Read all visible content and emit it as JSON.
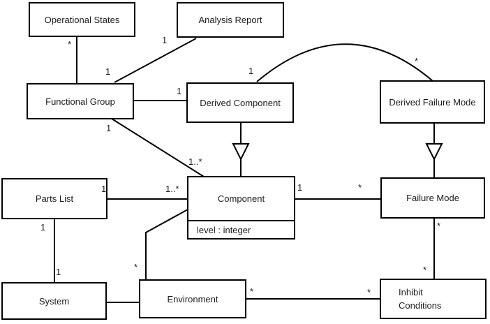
{
  "diagram_type": "uml-class-diagram",
  "nodes": {
    "operational_states": {
      "label": "Operational States"
    },
    "analysis_report": {
      "label": "Analysis Report"
    },
    "functional_group": {
      "label": "Functional Group"
    },
    "derived_component": {
      "label": "Derived Component"
    },
    "derived_failure_mode": {
      "label": "Derived Failure Mode"
    },
    "parts_list": {
      "label": "Parts List"
    },
    "component": {
      "label": "Component",
      "attribute": "level : integer"
    },
    "failure_mode": {
      "label": "Failure Mode"
    },
    "system": {
      "label": "System"
    },
    "environment": {
      "label": "Environment"
    },
    "inhibit_conditions": {
      "line1": "Inhibit",
      "line2": "Conditions"
    }
  },
  "relationships": [
    {
      "source": "Operational States",
      "target": "Functional Group",
      "type": "association",
      "source_mult": "*"
    },
    {
      "source": "Analysis Report",
      "target": "Functional Group",
      "type": "association",
      "source_mult": "1",
      "target_mult": "1"
    },
    {
      "source": "Functional Group",
      "target": "Derived Component",
      "type": "association",
      "target_mult": "1"
    },
    {
      "source": "Derived Component",
      "target": "Derived Failure Mode",
      "type": "association",
      "source_mult": "1",
      "target_mult": "*"
    },
    {
      "source": "Functional Group",
      "target": "Component",
      "type": "association",
      "source_mult": "1",
      "target_mult": "1..*"
    },
    {
      "source": "Parts List",
      "target": "Component",
      "type": "association",
      "source_mult": "1",
      "target_mult": "1..*"
    },
    {
      "source": "Component",
      "target": "Failure Mode",
      "type": "association",
      "source_mult": "1",
      "target_mult": "*"
    },
    {
      "source": "Derived Component",
      "target": "Component",
      "type": "generalization"
    },
    {
      "source": "Derived Failure Mode",
      "target": "Failure Mode",
      "type": "generalization"
    },
    {
      "source": "Failure Mode",
      "target": "Inhibit Conditions",
      "type": "association",
      "source_mult": "*",
      "target_mult": "*"
    },
    {
      "source": "Environment",
      "target": "Inhibit Conditions",
      "type": "association",
      "source_mult": "*",
      "target_mult": "*"
    },
    {
      "source": "System",
      "target": "Environment",
      "type": "association"
    },
    {
      "source": "Parts List",
      "target": "System",
      "type": "association",
      "source_mult": "1",
      "target_mult": "1"
    },
    {
      "source": "Environment",
      "target": "Component",
      "type": "association",
      "source_mult": "*"
    }
  ],
  "colors": {
    "line": "#000000",
    "box_fill": "#ffffff",
    "text": "#1c1c1c",
    "background": "#ffffff"
  }
}
